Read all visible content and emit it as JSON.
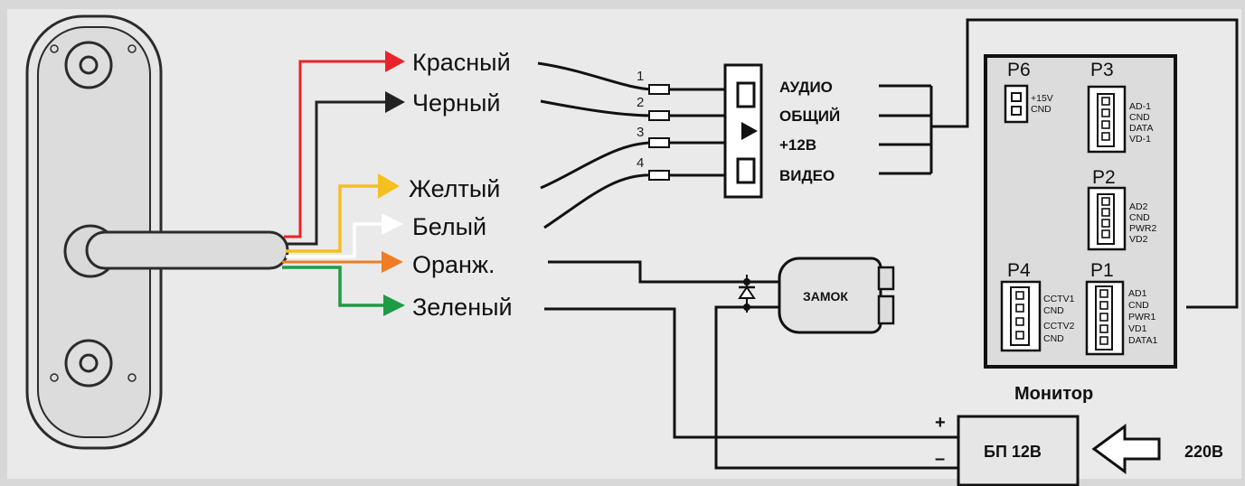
{
  "wires": [
    {
      "label": "Красный",
      "color": "#e8242a"
    },
    {
      "label": "Черный",
      "color": "#222222"
    },
    {
      "label": "Желтый",
      "color": "#f4c01e"
    },
    {
      "label": "Белый",
      "color": "#ffffff"
    },
    {
      "label": "Оранж.",
      "color": "#ee7d25"
    },
    {
      "label": "Зеленый",
      "color": "#1f9a45"
    }
  ],
  "connector": {
    "pins": [
      "1",
      "2",
      "3",
      "4"
    ],
    "labels": [
      "АУДИО",
      "ОБЩИЙ",
      "+12В",
      "ВИДЕО"
    ]
  },
  "lock": {
    "label": "ЗАМОК"
  },
  "monitor": {
    "title": "Монитор",
    "ports": [
      {
        "name": "P6",
        "pins": [
          "+15V",
          "CND"
        ]
      },
      {
        "name": "P3",
        "pins": [
          "AD-1",
          "CND",
          "DATA",
          "VD-1"
        ]
      },
      {
        "name": "P2",
        "pins": [
          "AD2",
          "CND",
          "PWR2",
          "VD2"
        ]
      },
      {
        "name": "P4",
        "pins": [
          "CCTV1",
          "CND",
          "CCTV2",
          "CND"
        ]
      },
      {
        "name": "P1",
        "pins": [
          "AD1",
          "CND",
          "PWR1",
          "VD1",
          "DATA1"
        ]
      }
    ]
  },
  "power": {
    "label": "БП 12В",
    "plus": "+",
    "minus": "–",
    "input": "220В"
  }
}
